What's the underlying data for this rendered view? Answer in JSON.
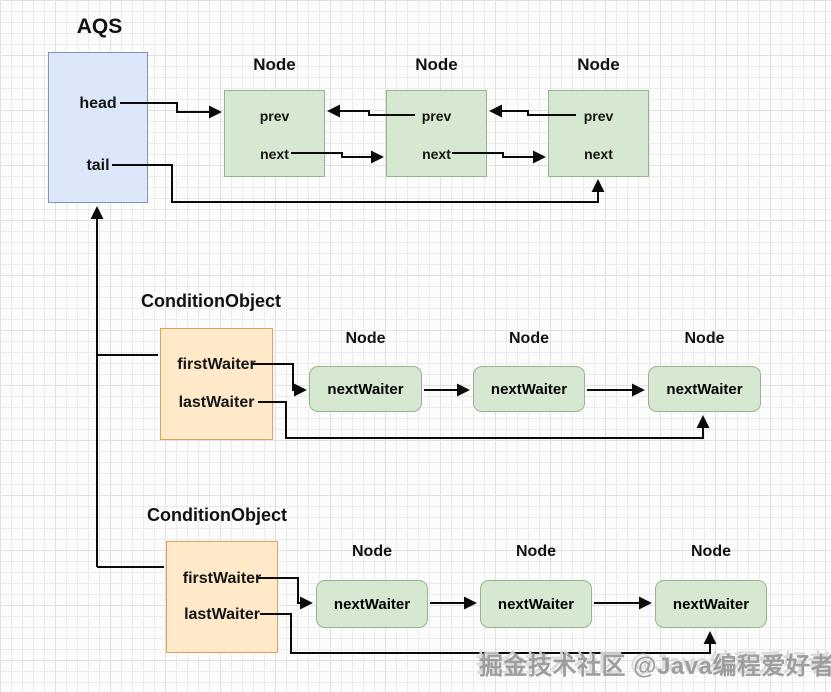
{
  "colors": {
    "bg": "#fcfcfc",
    "grid-minor": "#ececec",
    "grid-major": "#e1e1e1",
    "aqs-fill": "#dce8f9",
    "aqs-border": "#8093bb",
    "node-fill": "#d7e8d2",
    "node-border": "#95b58b",
    "cond-fill": "#ffe9c9",
    "cond-border": "#d9a25c",
    "arrow": "#0b0b0b",
    "watermark": "#979797"
  },
  "aqs": {
    "title": "AQS",
    "fields": [
      "head",
      "tail"
    ]
  },
  "sync_queue": {
    "nodes": [
      {
        "title": "Node",
        "fields": [
          "prev",
          "next"
        ]
      },
      {
        "title": "Node",
        "fields": [
          "prev",
          "next"
        ]
      },
      {
        "title": "Node",
        "fields": [
          "prev",
          "next"
        ]
      }
    ]
  },
  "condition_queues": [
    {
      "title": "ConditionObject",
      "fields": [
        "firstWaiter",
        "lastWaiter"
      ],
      "nodes": [
        {
          "title": "Node",
          "label": "nextWaiter"
        },
        {
          "title": "Node",
          "label": "nextWaiter"
        },
        {
          "title": "Node",
          "label": "nextWaiter"
        }
      ]
    },
    {
      "title": "ConditionObject",
      "fields": [
        "firstWaiter",
        "lastWaiter"
      ],
      "nodes": [
        {
          "title": "Node",
          "label": "nextWaiter"
        },
        {
          "title": "Node",
          "label": "nextWaiter"
        },
        {
          "title": "Node",
          "label": "nextWaiter"
        }
      ]
    }
  ],
  "watermark": "掘金技术社区 @Java编程爱好者"
}
